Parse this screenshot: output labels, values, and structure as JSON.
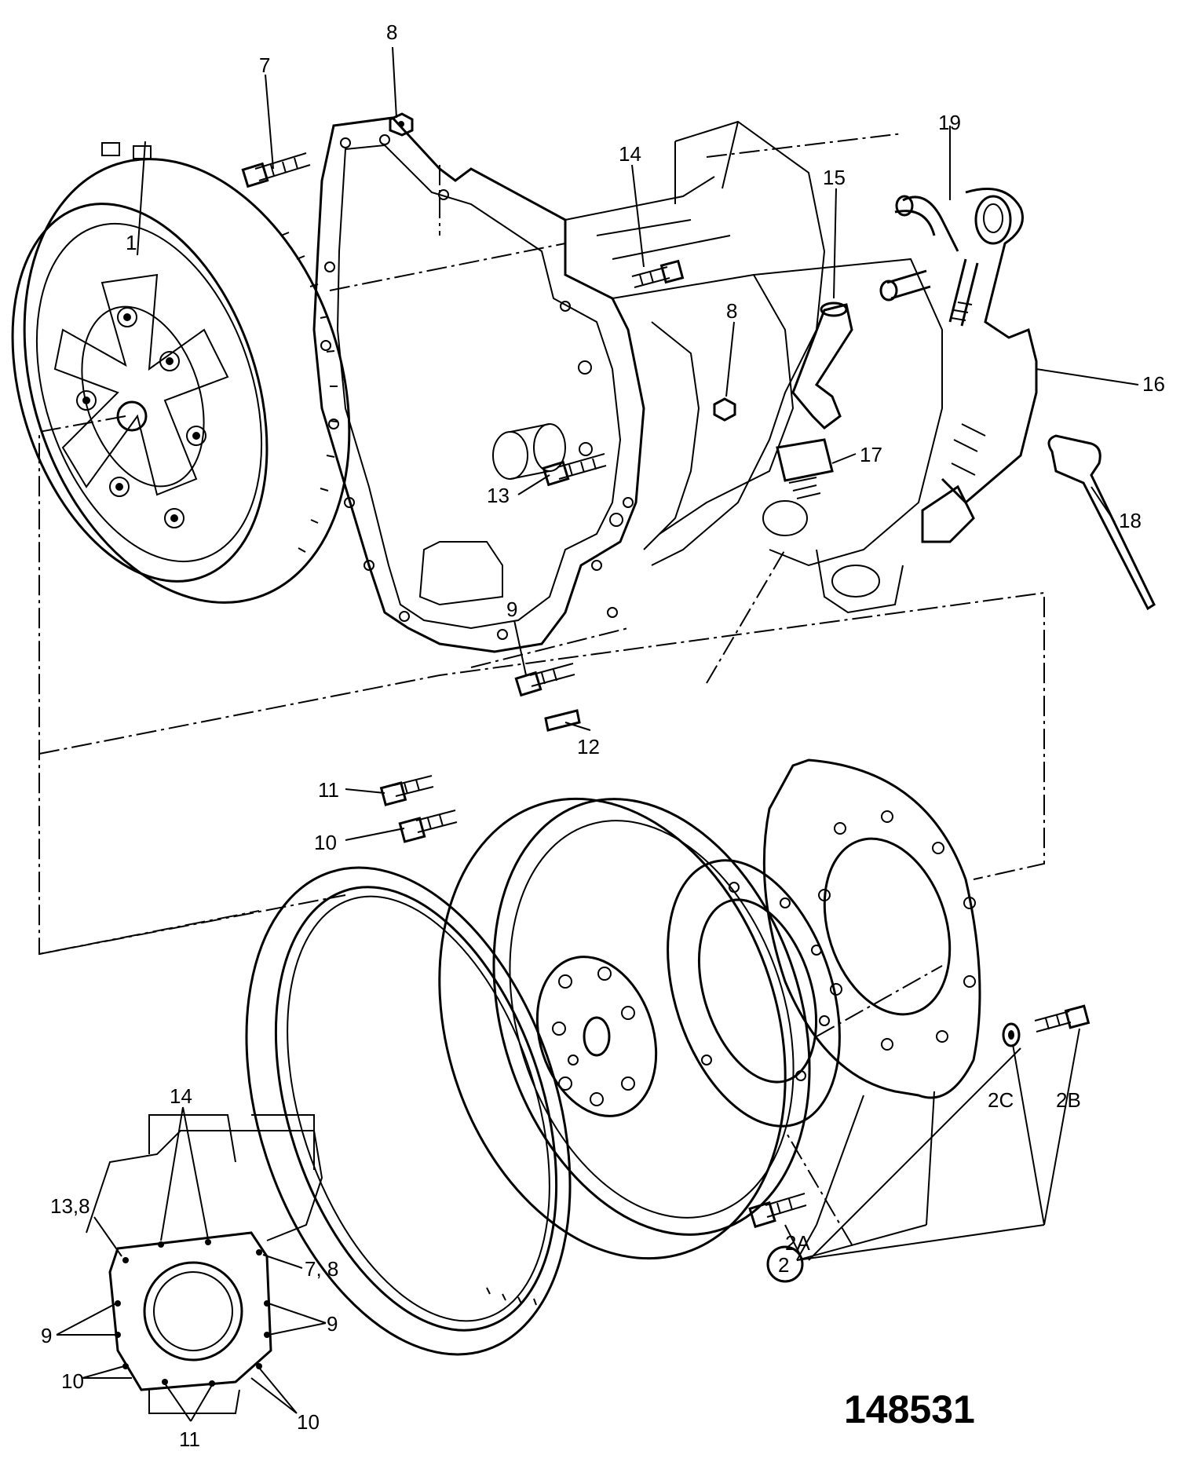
{
  "figure_number": "148531",
  "callouts": {
    "c1": "1",
    "c2": "2",
    "c2a": "2A",
    "c2b": "2B",
    "c2c": "2C",
    "c7": "7",
    "c8a": "8",
    "c8b": "8",
    "c9": "9",
    "c10": "10",
    "c11": "11",
    "c12": "12",
    "c13": "13",
    "c14": "14",
    "c15": "15",
    "c16": "16",
    "c17": "17",
    "c18": "18",
    "c19": "19"
  },
  "inset": {
    "label_14": "14",
    "label_13_8": "13,8",
    "label_7_8": "7, 8",
    "label_9_left": "9",
    "label_9_right": "9",
    "label_10_left": "10",
    "label_10_right": "10",
    "label_11": "11"
  }
}
